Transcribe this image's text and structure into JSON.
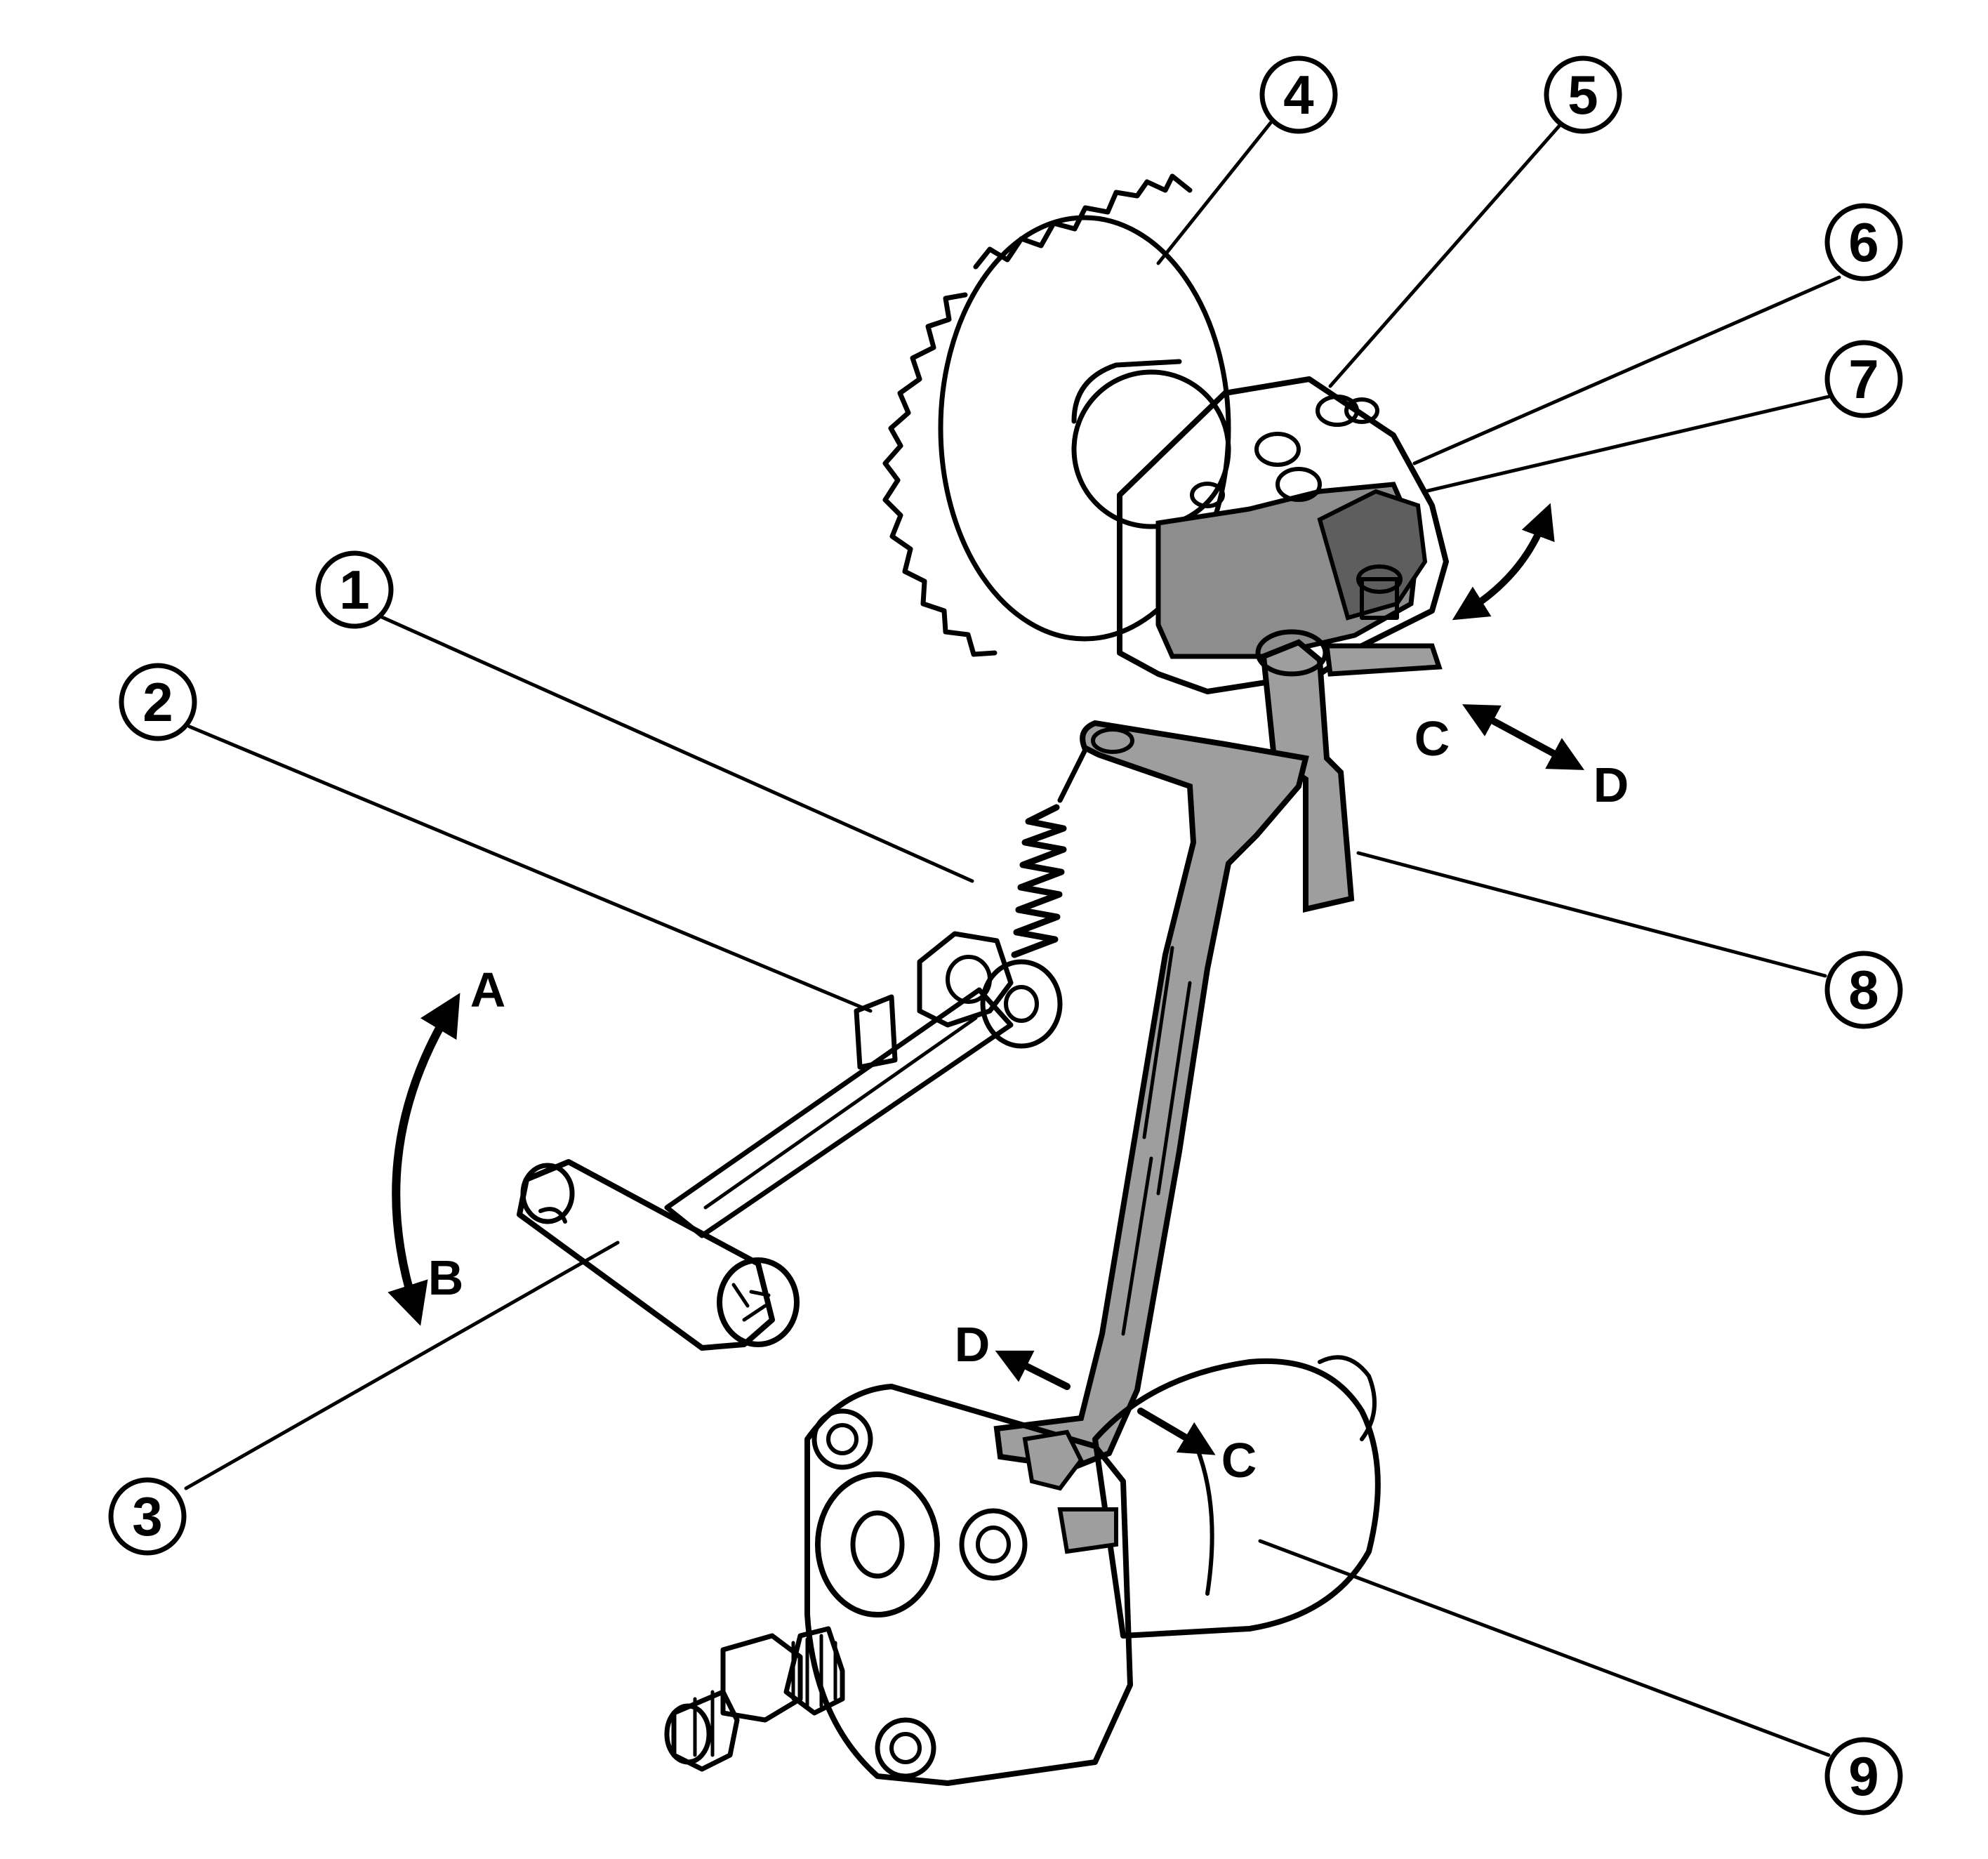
{
  "callouts": [
    {
      "id": "1",
      "label": "1"
    },
    {
      "id": "2",
      "label": "2"
    },
    {
      "id": "3",
      "label": "3"
    },
    {
      "id": "4",
      "label": "4"
    },
    {
      "id": "5",
      "label": "5"
    },
    {
      "id": "6",
      "label": "6"
    },
    {
      "id": "7",
      "label": "7"
    },
    {
      "id": "8",
      "label": "8"
    },
    {
      "id": "9",
      "label": "9"
    }
  ],
  "direction_labels": {
    "a": "A",
    "b": "B",
    "c_upper": "C",
    "d_upper": "D",
    "d_lower": "D",
    "c_lower": "C"
  },
  "colors": {
    "ink": "#000000",
    "shade": "#9e9e9e",
    "shade_dark": "#7a7a7a",
    "paper": "#ffffff"
  }
}
